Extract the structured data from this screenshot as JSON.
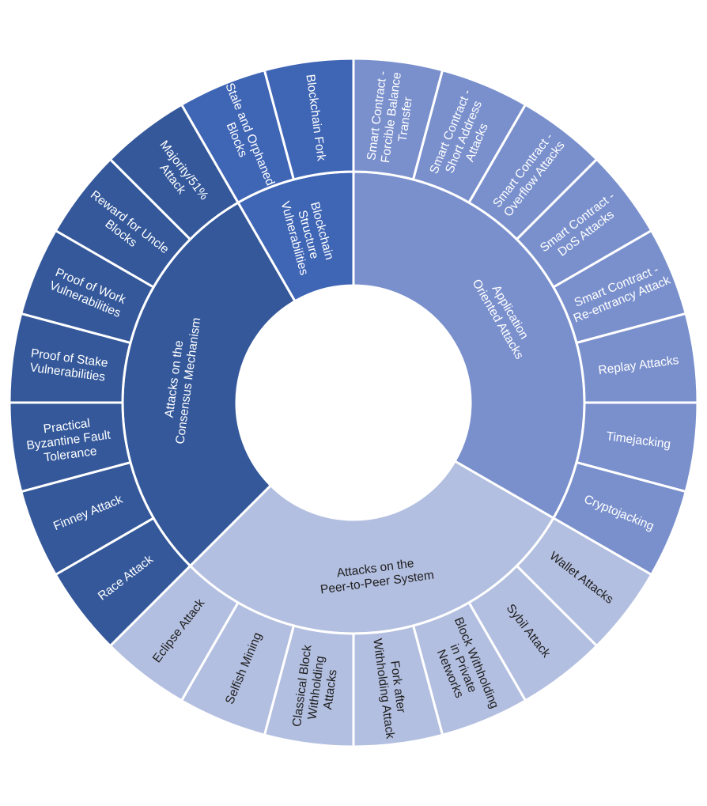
{
  "colors": {
    "consensus": "#34589a",
    "blockchain_structure": "#3f65b5",
    "application": "#7a90cd",
    "peer_to_peer": "#b3bfe0"
  },
  "categories": [
    {
      "id": "blockchain-structure",
      "label": "Blockchain Structure Vulnerabilities",
      "color_key": "blockchain_structure",
      "text": "light",
      "items": [
        {
          "label": "Stale and Orphaned Blocks"
        },
        {
          "label": "Blockchain Fork"
        }
      ]
    },
    {
      "id": "application",
      "label": "Application Oriented Attacks",
      "color_key": "application",
      "text": "light",
      "items": [
        {
          "label": "Smart Contract - Forcible Balance Transfer"
        },
        {
          "label": "Smart Contract - Short Address Attacks"
        },
        {
          "label": "Smart Contract - Overflow Attacks"
        },
        {
          "label": "Smart Contract - DoS Attacks"
        },
        {
          "label": "Smart Contract - Re-entrancy Attack"
        },
        {
          "label": "Replay Attacks"
        },
        {
          "label": "Timejacking"
        },
        {
          "label": "Cryptojacking"
        }
      ]
    },
    {
      "id": "peer-to-peer",
      "label": "Attacks on the Peer-to-Peer System",
      "color_key": "peer_to_peer",
      "text": "dark",
      "items": [
        {
          "label": "Wallet Attacks"
        },
        {
          "label": "Sybil Attack"
        },
        {
          "label": "Block Withholding in Private Networks"
        },
        {
          "label": "Fork after Withholding Attack"
        },
        {
          "label": "Classical Block Withholding Attacks"
        },
        {
          "label": "Selfish Mining"
        },
        {
          "label": "Eclipse Attack"
        }
      ]
    },
    {
      "id": "consensus",
      "label": "Attacks on the Consensus Mechanism",
      "color_key": "consensus",
      "text": "light",
      "items": [
        {
          "label": "Race Attack"
        },
        {
          "label": "Finney Attack"
        },
        {
          "label": "Practical Byzantine Fault Tolerance"
        },
        {
          "label": "Proof of Stake Vulnerabilities"
        },
        {
          "label": "Proof of Work Vulnerabilities"
        },
        {
          "label": "Reward for Uncle Blocks"
        },
        {
          "label": "Majority/51% Attack"
        }
      ]
    }
  ]
}
